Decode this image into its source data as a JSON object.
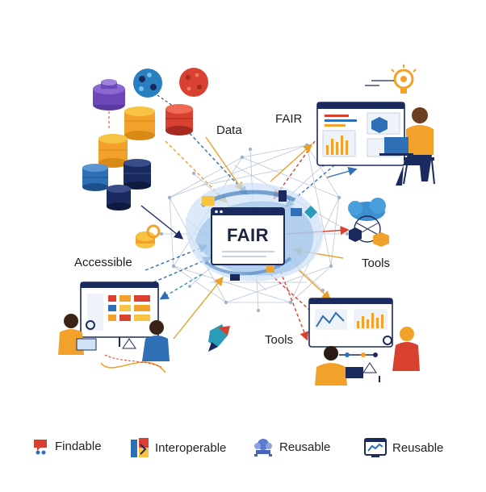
{
  "center": {
    "title": "FAIR"
  },
  "labels": {
    "data": "Data",
    "fair_top": "FAIR",
    "accessible": "Accessible",
    "tools_right": "Tools",
    "tools_bottom": "Tools"
  },
  "legend": [
    {
      "label": "Findable",
      "icon": "findable-icon"
    },
    {
      "label": "Interoperable",
      "icon": "interoperable-icon"
    },
    {
      "label": "Reusable",
      "icon": "reusable-icon"
    },
    {
      "label": "Reusable",
      "icon": "reusable-dashboard-icon"
    }
  ],
  "colors": {
    "navy": "#1b2a5e",
    "blue": "#2f6fb5",
    "orange": "#f2a22a",
    "yellow": "#f6c343",
    "red": "#d8412f",
    "purple": "#6b47b8",
    "teal": "#2a9bb8"
  }
}
